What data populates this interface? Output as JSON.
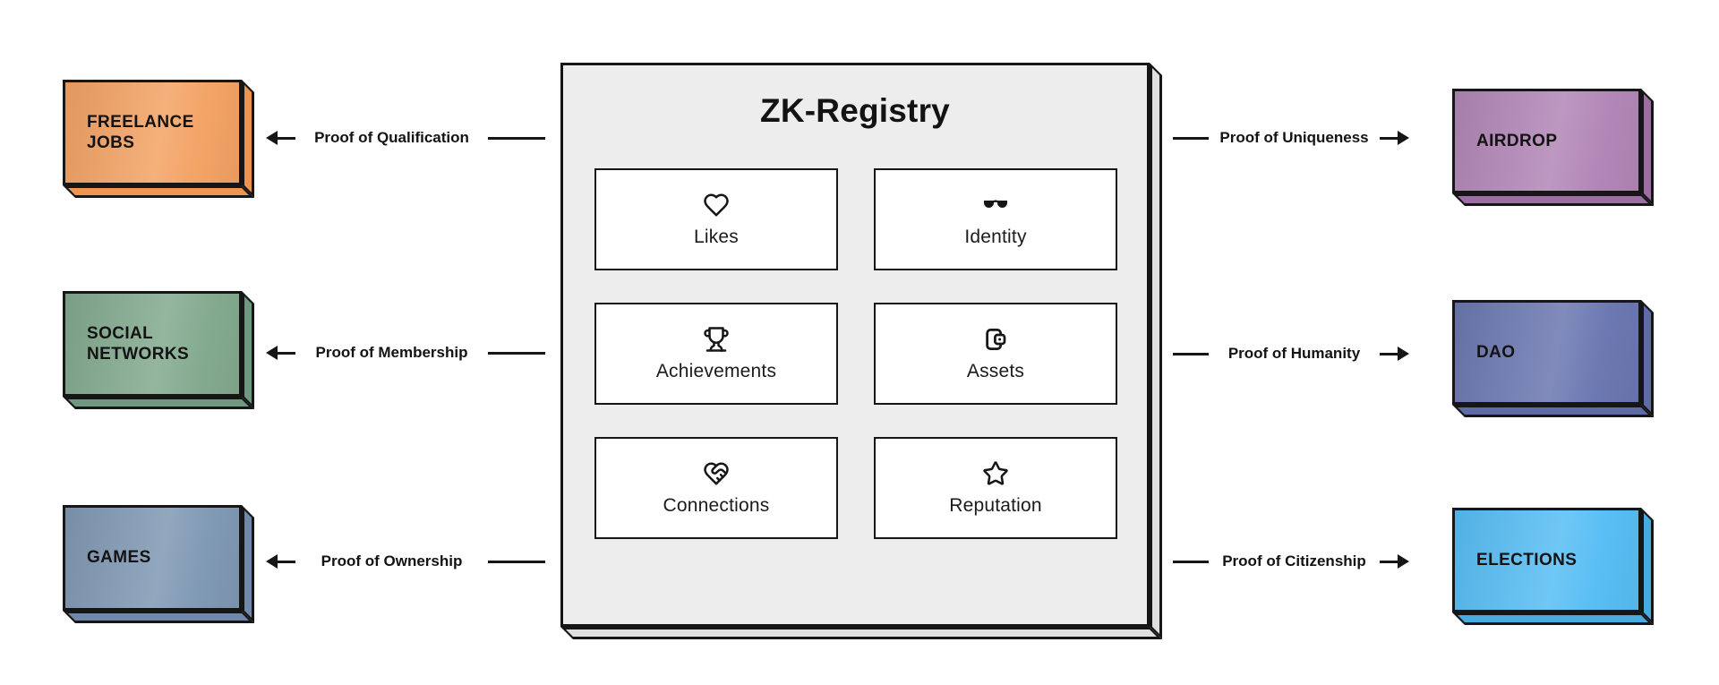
{
  "page": {
    "background_color": "#ffffff",
    "ink_color": "#161616"
  },
  "registry": {
    "title": "ZK-Registry",
    "face_color": "#EDEDED",
    "side_color": "#E0E0E0",
    "modules": [
      {
        "label": "Likes",
        "icon": "heart-icon"
      },
      {
        "label": "Identity",
        "icon": "glasses-icon"
      },
      {
        "label": "Achievements",
        "icon": "trophy-icon"
      },
      {
        "label": "Assets",
        "icon": "wallet-icon"
      },
      {
        "label": "Connections",
        "icon": "handshake-icon"
      },
      {
        "label": "Reputation",
        "icon": "star-icon"
      }
    ]
  },
  "left_nodes": [
    {
      "label": "FREELANCE JOBS",
      "proof": "Proof of Qualification",
      "face_color": "#F3A365",
      "side_color": "#EC9553"
    },
    {
      "label": "SOCIAL NETWORKS",
      "proof": "Proof of Membership",
      "face_color": "#83AA8F",
      "side_color": "#6E9880"
    },
    {
      "label": "GAMES",
      "proof": "Proof of Ownership",
      "face_color": "#8099B4",
      "side_color": "#7089A8"
    }
  ],
  "right_nodes": [
    {
      "label": "AIRDROP",
      "proof": "Proof of Uniqueness",
      "face_color": "#B287B7",
      "side_color": "#9E6DA4"
    },
    {
      "label": "DAO",
      "proof": "Proof of Humanity",
      "face_color": "#6C78B1",
      "side_color": "#5F6BA6"
    },
    {
      "label": "ELECTIONS",
      "proof": "Proof of Citizenship",
      "face_color": "#58BEF4",
      "side_color": "#46ABE0"
    }
  ]
}
